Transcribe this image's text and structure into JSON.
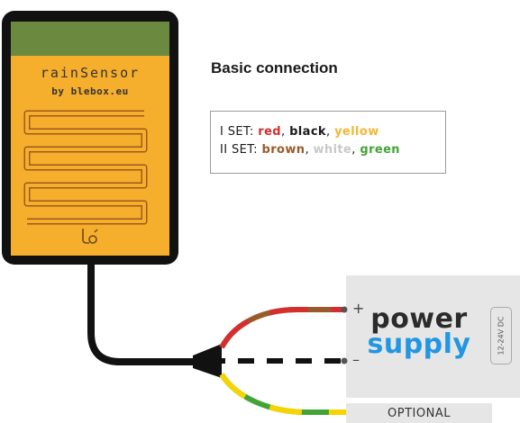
{
  "title": "Basic connection",
  "sensor": {
    "name": "rainSensor",
    "subtitle": "by blebox.eu"
  },
  "legend": {
    "set1": {
      "label": "I SET:",
      "colors": [
        {
          "name": "red",
          "hex": "#d32f2f"
        },
        {
          "name": "black",
          "hex": "#1a1a1a"
        },
        {
          "name": "yellow",
          "hex": "#f5b731"
        }
      ]
    },
    "set2": {
      "label": "II SET:",
      "colors": [
        {
          "name": "brown",
          "hex": "#9a5a2a"
        },
        {
          "name": "white",
          "hex": "#c8c8c8"
        },
        {
          "name": "green",
          "hex": "#43a335"
        }
      ]
    }
  },
  "power_supply": {
    "line1": "power",
    "line2": "supply",
    "voltage": "12-24V DC",
    "plus": "+",
    "minus": "–",
    "line1_color": "#2b2b2b",
    "line2_color": "#2196e3"
  },
  "optional_label": "OPTIONAL",
  "colors": {
    "sensor_body": "#f6ae2d",
    "sensor_top": "#6c8a3f",
    "panel": "#e6e6e6"
  }
}
